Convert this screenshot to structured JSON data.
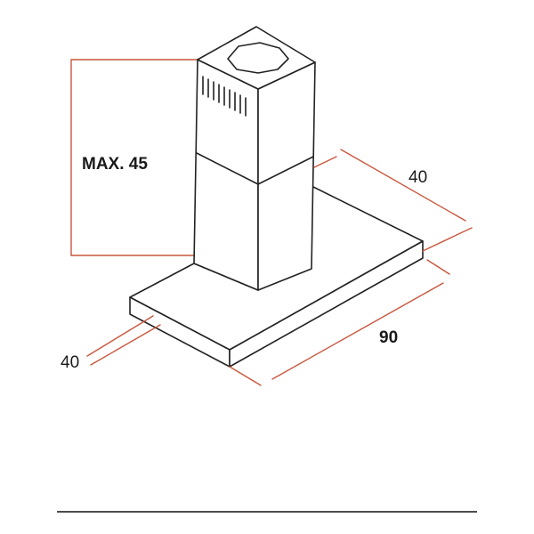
{
  "diagram": {
    "colors": {
      "outline": "#222222",
      "dimension_line": "#c9563c",
      "text": "#1a1a1a"
    },
    "labels": {
      "height": "MAX. 45",
      "depth_right": "40",
      "width": "90",
      "depth_left": "40"
    }
  }
}
